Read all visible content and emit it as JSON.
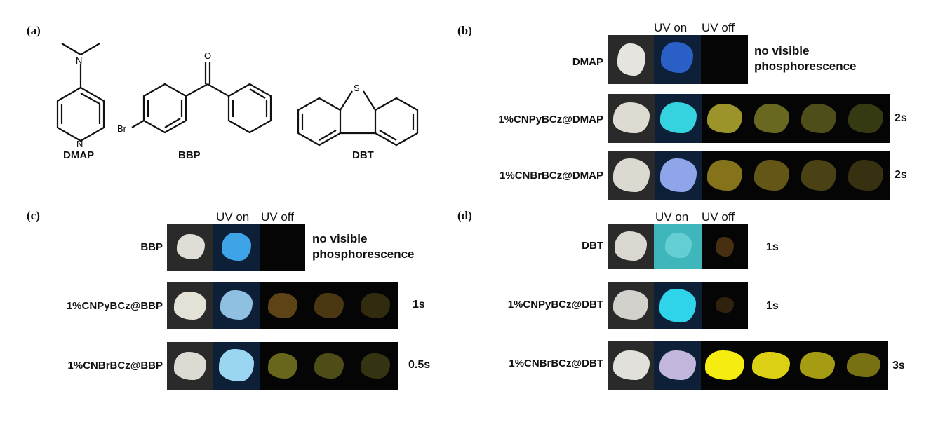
{
  "panels": {
    "a": {
      "label": "(a)",
      "structures": [
        {
          "name": "DMAP",
          "atom_labels": [
            "N",
            "N"
          ]
        },
        {
          "name": "BBP",
          "atom_labels": [
            "O",
            "Br"
          ]
        },
        {
          "name": "DBT",
          "atom_labels": [
            "S"
          ]
        }
      ]
    },
    "b": {
      "label": "(b)",
      "uv_on": "UV on",
      "uv_off": "UV off",
      "rows": [
        {
          "name": "DMAP",
          "note_line1": "no visible",
          "note_line2": "phosphorescence",
          "time": ""
        },
        {
          "name": "1%CNPyBCz@DMAP",
          "time": "2s"
        },
        {
          "name": "1%CNBrBCz@DMAP",
          "time": "2s"
        }
      ]
    },
    "c": {
      "label": "(c)",
      "uv_on": "UV on",
      "uv_off": "UV off",
      "rows": [
        {
          "name": "BBP",
          "note_line1": "no visible",
          "note_line2": "phosphorescence",
          "time": ""
        },
        {
          "name": "1%CNPyBCz@BBP",
          "time": "1s"
        },
        {
          "name": "1%CNBrBCz@BBP",
          "time": "0.5s"
        }
      ]
    },
    "d": {
      "label": "(d)",
      "uv_on": "UV on",
      "uv_off": "UV off",
      "rows": [
        {
          "name": "DBT",
          "time": "1s"
        },
        {
          "name": "1%CNPyBCz@DBT",
          "time": "1s"
        },
        {
          "name": "1%CNBrBCz@DBT",
          "time": "3s"
        }
      ]
    }
  },
  "colors": {
    "daylight_sample": "#e8e6e0",
    "uv_blue": "#3f7fe0",
    "uv_cyan": "#39d6e6",
    "afterglow_yellow": "#c9c23a",
    "afterglow_bright_yellow": "#f2ea1a",
    "afterglow_orange": "#8a6a1c"
  }
}
